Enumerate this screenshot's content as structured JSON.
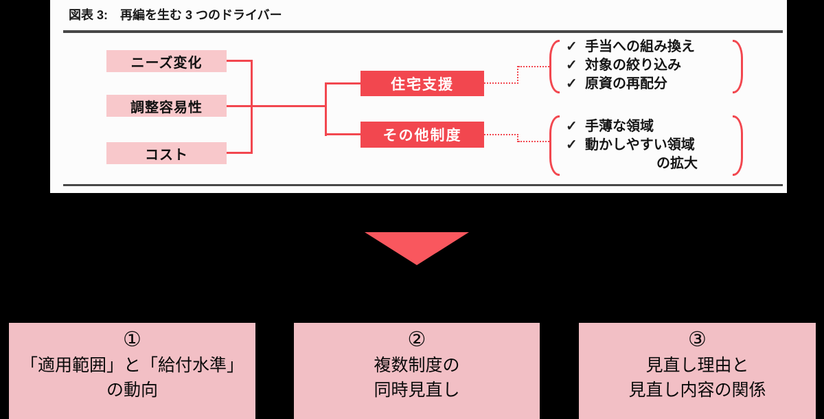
{
  "figure": {
    "title": "図表 3:　再編を生む 3 つのドライバー",
    "check_glyph": "✓",
    "drivers": [
      "ニーズ変化",
      "調整容易性",
      "コスト"
    ],
    "branches": [
      {
        "label": "住宅支援",
        "items": [
          "手当への組み換え",
          "対象の絞り込み",
          "原資の再配分"
        ]
      },
      {
        "label": "その他制度",
        "items": [
          "手薄な領域",
          "動かしやすい領域"
        ],
        "continuation": "の拡大"
      }
    ]
  },
  "conclusions": [
    {
      "number": "①",
      "line1": "「適用範囲」と「給付水準」",
      "line2": "の動向"
    },
    {
      "number": "②",
      "line1": "複数制度の",
      "line2": "同時見直し"
    },
    {
      "number": "③",
      "line1": "見直し理由と",
      "line2": "見直し内容の関係"
    }
  ],
  "colors": {
    "background": "#000000",
    "panel": "#fcfcfc",
    "driver_box": "#f8c8cb",
    "branch_box": "#f2474f",
    "connector_red": "#f2474f",
    "arrow": "#f9575e",
    "conclusion_box": "#f2bfc5",
    "rule_gray": "#474747"
  }
}
